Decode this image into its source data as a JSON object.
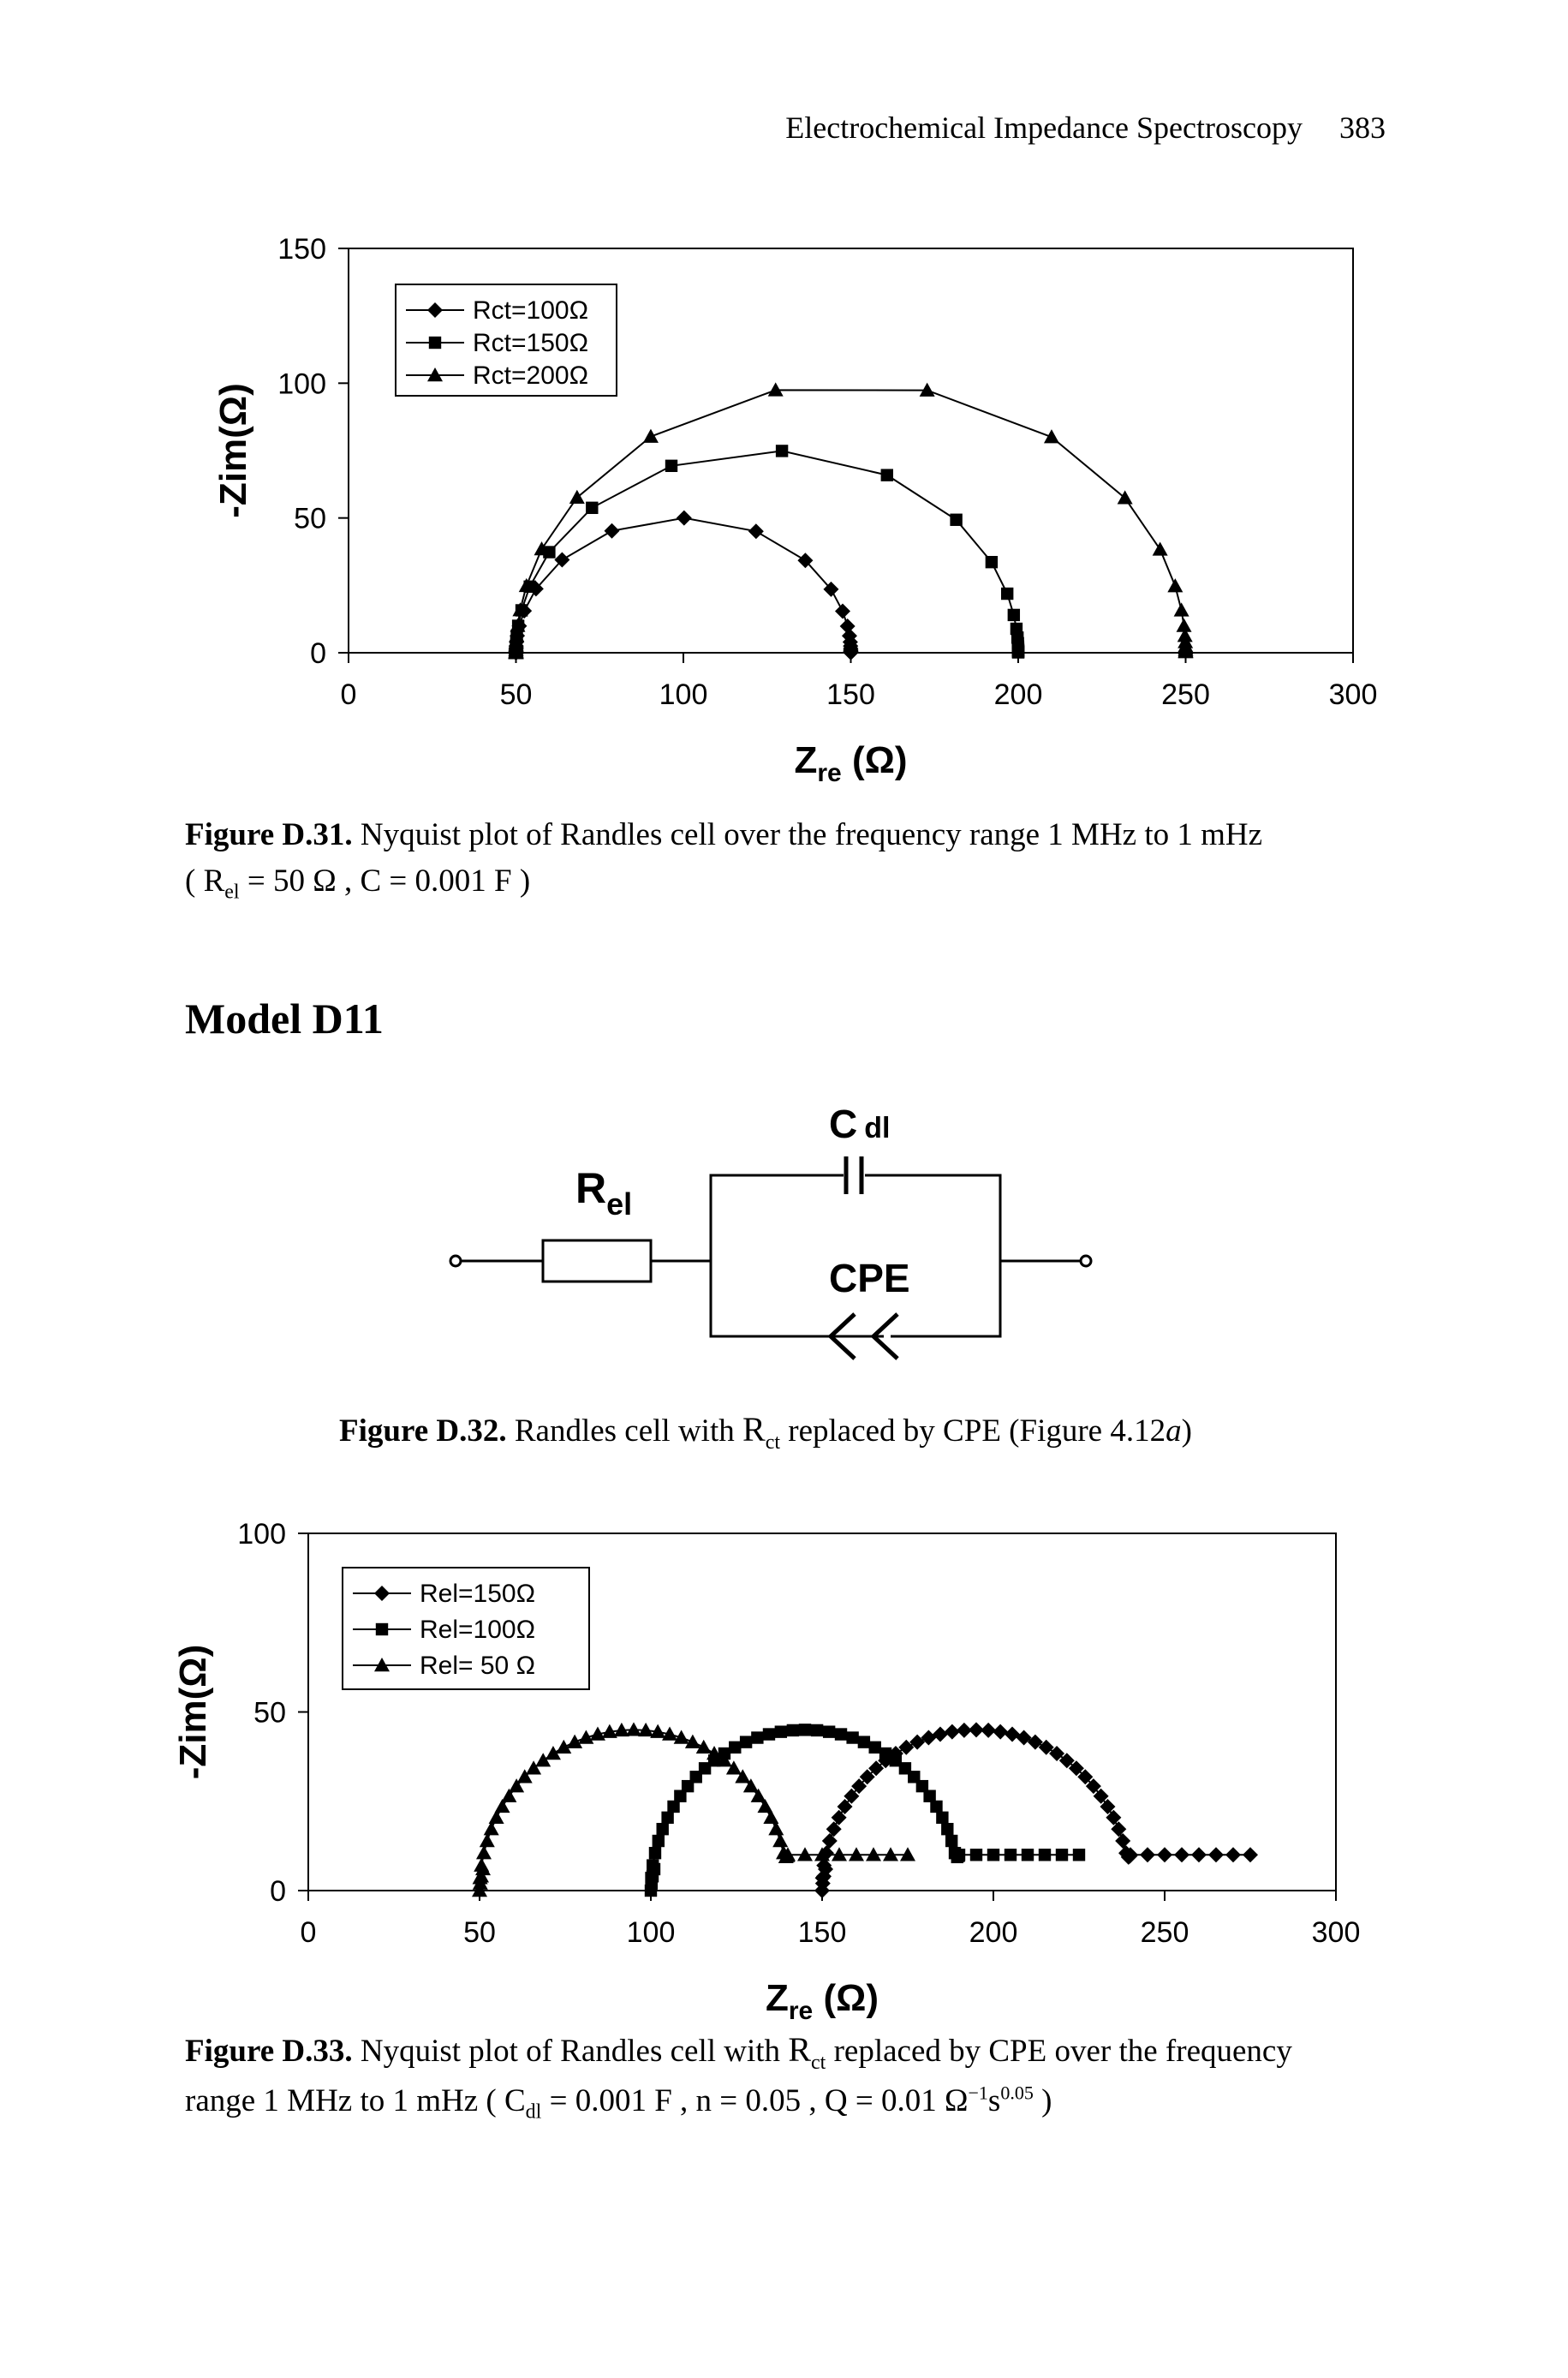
{
  "header": {
    "running_title": "Electrochemical Impedance Spectroscopy",
    "page_number": "383"
  },
  "figure31": {
    "chart_data": {
      "type": "scatter",
      "xlabel_main": "Z",
      "xlabel_sub": "re",
      "xlabel_unit": "(Ω)",
      "ylabel": "-Zim(Ω)",
      "xlim": [
        0,
        300
      ],
      "ylim": [
        0,
        150
      ],
      "xticks": [
        "0",
        "50",
        "100",
        "150",
        "200",
        "250",
        "300"
      ],
      "yticks": [
        "0",
        "50",
        "100",
        "150"
      ],
      "legend_position": "top-left",
      "series": [
        {
          "name": "Rct=100Ω",
          "marker": "diamond",
          "kind": "randles",
          "r_el": 50,
          "r_ct": 100
        },
        {
          "name": "Rct=150Ω",
          "marker": "square",
          "kind": "randles",
          "r_el": 50,
          "r_ct": 150
        },
        {
          "name": "Rct=200Ω",
          "marker": "triangle",
          "kind": "randles",
          "r_el": 50,
          "r_ct": 200
        }
      ]
    },
    "caption_label": "Figure D.31.",
    "caption_text": "Nyquist plot of Randles cell over the frequency range 1 MHz to 1 mHz",
    "caption_formula": {
      "open": "( R",
      "sub": "el",
      "rest": " = 50 Ω ,  C = 0.001 F )"
    }
  },
  "section_title": "Model D11",
  "circuit": {
    "cdl_main": "C",
    "cdl_sub": "dl",
    "rel_main": "R",
    "rel_sub": "el",
    "cpe_label": "CPE"
  },
  "figure32": {
    "caption_label": "Figure D.32.",
    "caption_pre": "Randles cell with",
    "caption_sym": "R",
    "caption_sub": "ct",
    "caption_post": "replaced by CPE (Figure 4.12",
    "caption_italic": "a",
    "caption_end": ")"
  },
  "figure33": {
    "chart_data": {
      "type": "scatter",
      "xlabel_main": "Z",
      "xlabel_sub": "re",
      "xlabel_unit": "(Ω)",
      "ylabel": "-Zim(Ω)",
      "xlim": [
        0,
        300
      ],
      "ylim": [
        0,
        100
      ],
      "xticks": [
        "0",
        "50",
        "100",
        "150",
        "200",
        "250",
        "300"
      ],
      "yticks": [
        "0",
        "50",
        "100"
      ],
      "legend_position": "top-left",
      "series": [
        {
          "name": "Rel=150Ω",
          "marker": "diamond",
          "kind": "cpe",
          "r_el": 150,
          "peak": 45,
          "plateau": 10,
          "x_end": 278
        },
        {
          "name": "Rel=100Ω",
          "marker": "square",
          "kind": "cpe",
          "r_el": 100,
          "peak": 45,
          "plateau": 10,
          "x_end": 228
        },
        {
          "name": "Rel= 50 Ω",
          "marker": "triangle",
          "kind": "cpe",
          "r_el": 50,
          "peak": 45,
          "plateau": 10,
          "x_end": 178
        }
      ]
    },
    "caption_label": "Figure D.33.",
    "caption_pre": "Nyquist plot of Randles cell with",
    "caption_sym": "R",
    "caption_sub": "ct",
    "caption_post": "replaced by CPE over the frequency",
    "caption_line2": "range 1 MHz to 1 mHz",
    "caption_formula": "( C",
    "caption_formula_sub": "dl",
    "caption_formula_rest": " = 0.001 F ,  n = 0.05 ,  Q = 0.01 Ω",
    "caption_formula_sup1": "−1",
    "caption_formula_s": "s",
    "caption_formula_sup2": "0.05",
    "caption_formula_end": " )"
  }
}
